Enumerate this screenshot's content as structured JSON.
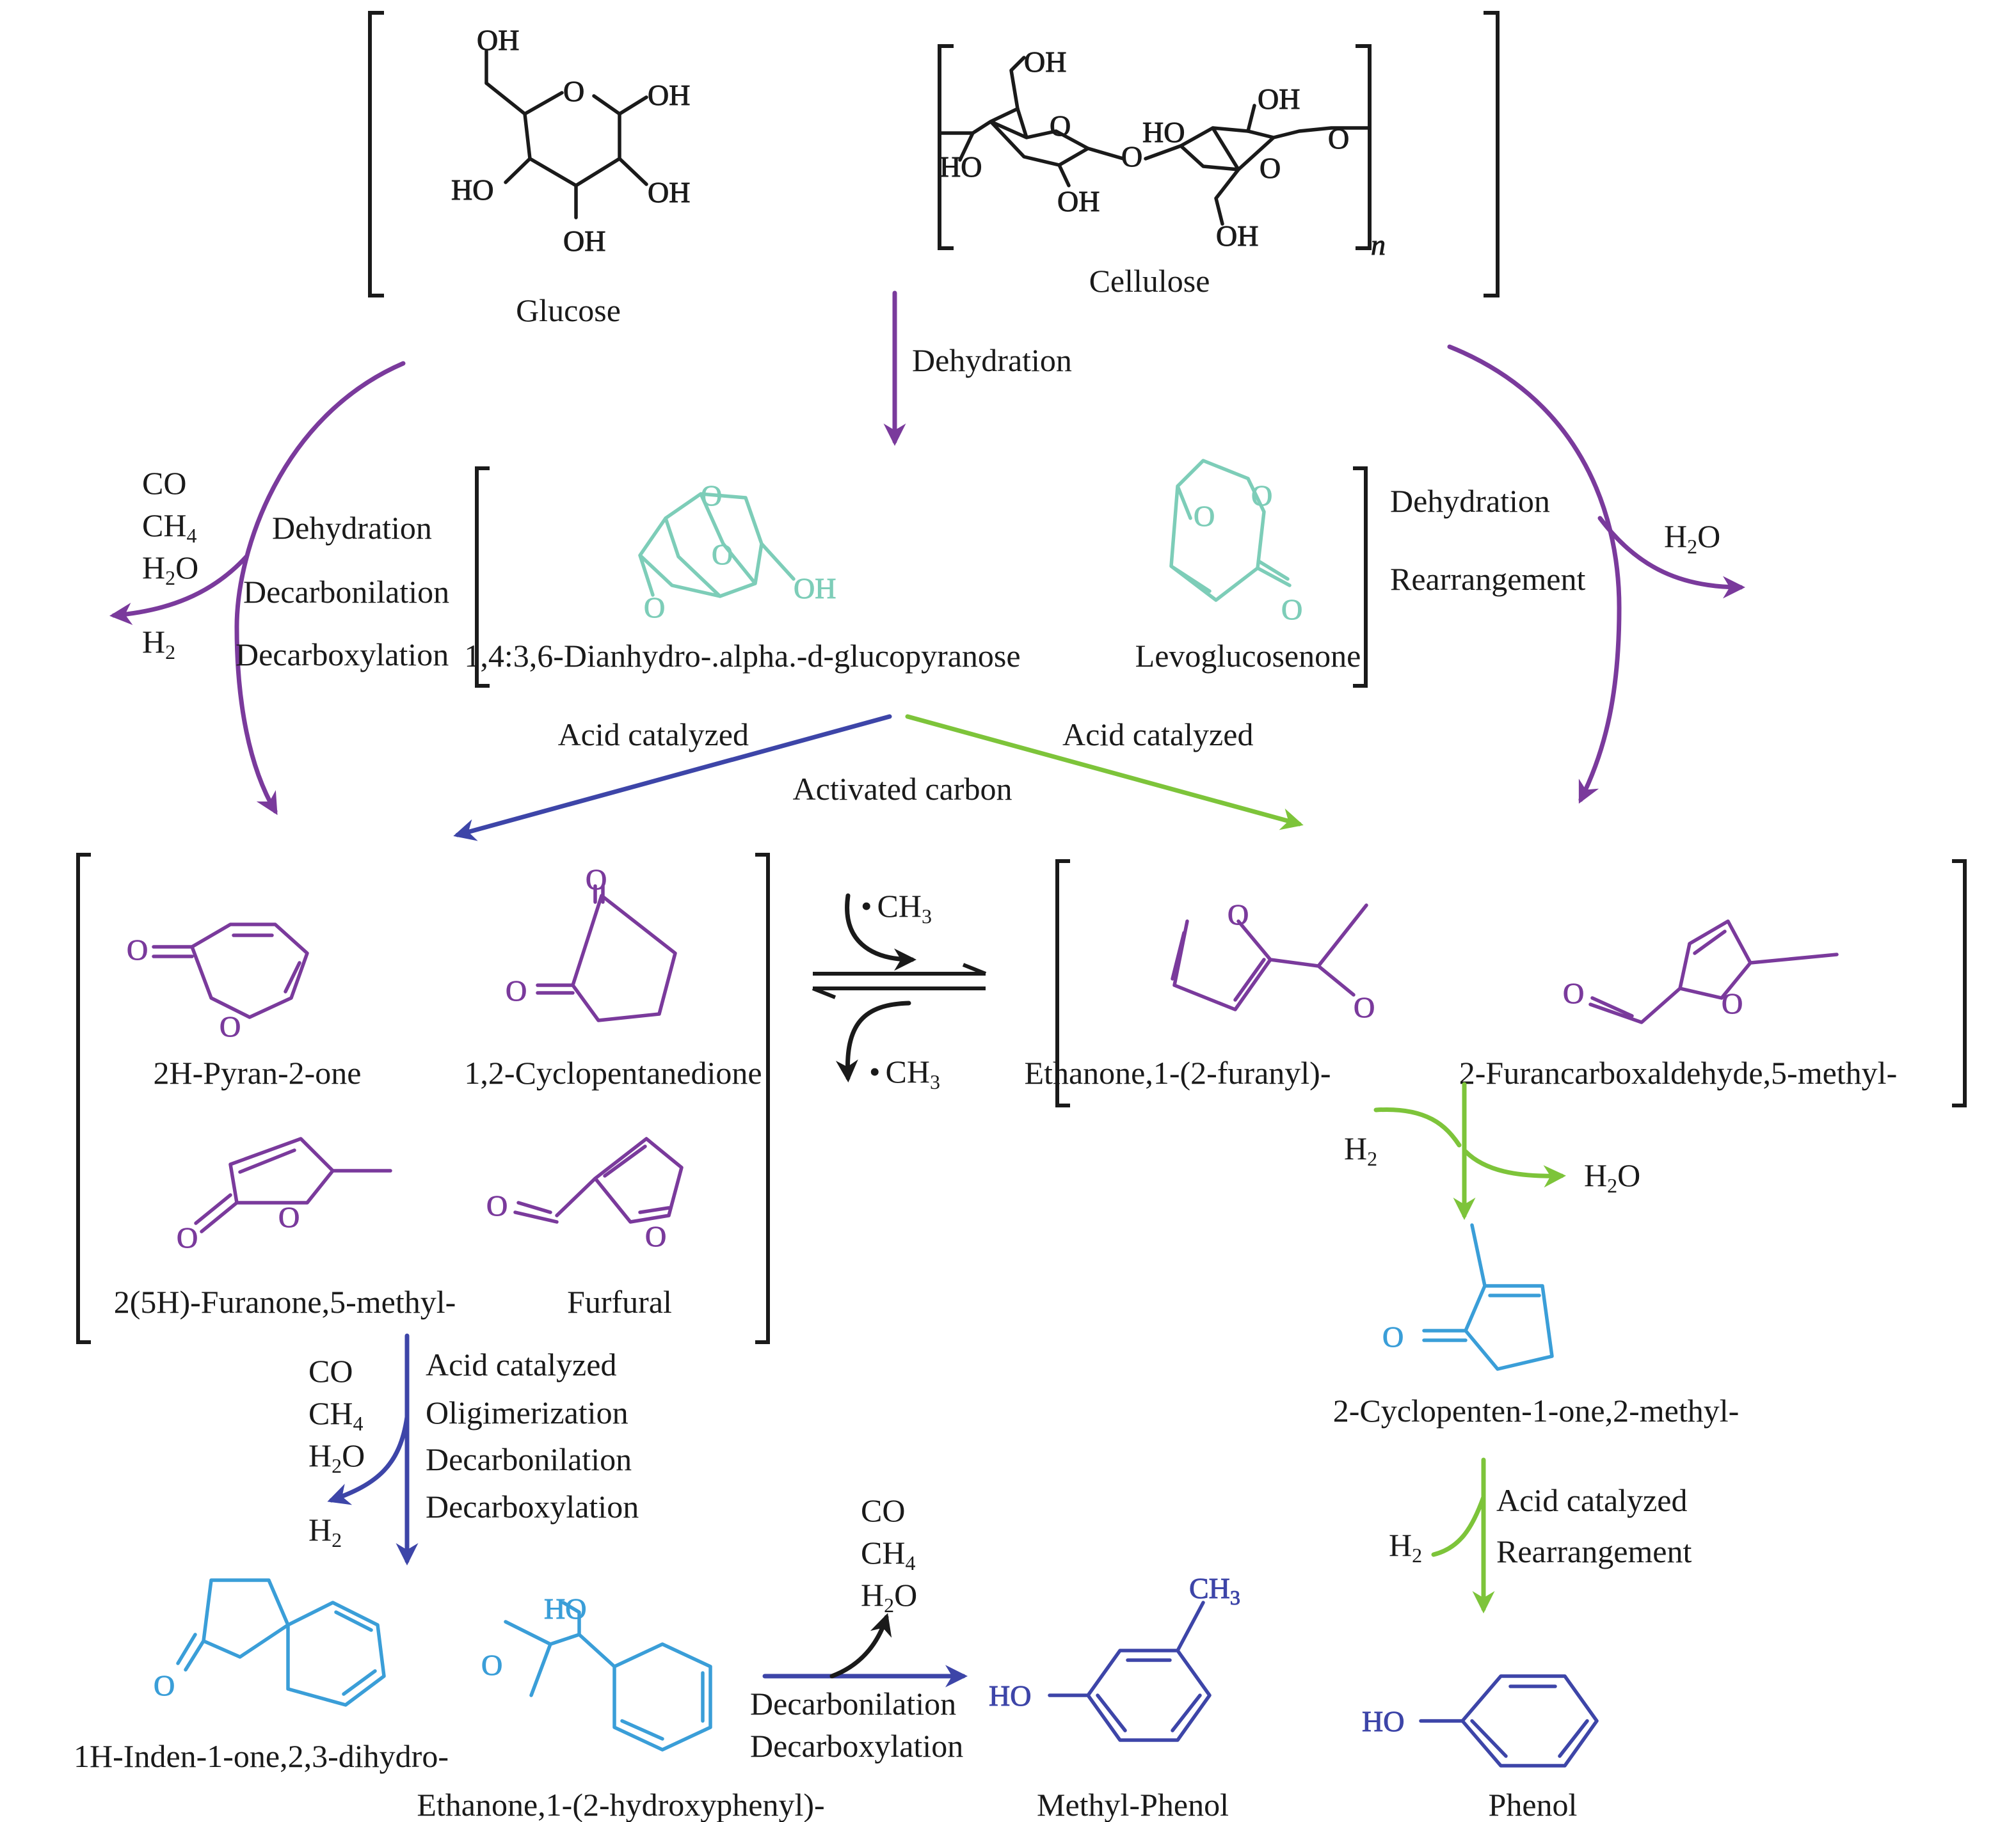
{
  "colors": {
    "black": "#1a1a1a",
    "purple": "#7a3a9c",
    "teal": "#7dcdb8",
    "navy": "#3d45a8",
    "green": "#7dc43a",
    "red": "#d62020",
    "cyan": "#3a9ed8"
  },
  "compounds": {
    "glucose": "Glucose",
    "cellulose": "Cellulose",
    "cellulose_n": "n",
    "dianhydro": "1,4:3,6-Dianhydro-.alpha.-d-glucopyranose",
    "levoglucosenone": "Levoglucosenone",
    "pyranone": "2H-Pyran-2-one",
    "cyclopentanedione": "1,2-Cyclopentanedione",
    "furanone": "2(5H)-Furanone,5-methyl-",
    "furfural": "Furfural",
    "acetylfuran": "Ethanone,1-(2-furanyl)-",
    "methylfurfural": "2-Furancarboxaldehyde,5-methyl-",
    "cyclopentenone": "2-Cyclopenten-1-one,2-methyl-",
    "indanone": "1H-Inden-1-one,2,3-dihydro-",
    "hydroxyacetophenone": "Ethanone,1-(2-hydroxyphenyl)-",
    "methylphenol": "Methyl-Phenol",
    "phenol": "Phenol"
  },
  "steps": {
    "top_center": "Dehydration",
    "left_1": "Dehydration",
    "left_2": "Decarbonilation",
    "left_3": "Decarboxylation",
    "right_1": "Dehydration",
    "right_2": "Rearrangement",
    "acid_left": "Acid catalyzed",
    "acid_right": "Acid catalyzed",
    "activated_carbon": "Activated carbon",
    "lower_left_1": "Acid catalyzed",
    "lower_left_2": "Oligimerization",
    "lower_left_3": "Decarbonilation",
    "lower_left_4": "Decarboxylation",
    "bottom_1": "Decarbonilation",
    "bottom_2": "Decarboxylation",
    "right_low_1": "Acid catalyzed",
    "right_low_2": "Rearrangement"
  },
  "species": {
    "co": "CO",
    "ch": "CH",
    "h": "H",
    "o": "O",
    "sub_4": "4",
    "sub_2": "2",
    "sub_3": "3",
    "methyl_dot": "•",
    "ch3_group": "CH",
    "oh": "OH",
    "ho": "HO",
    "atom_o": "O"
  }
}
